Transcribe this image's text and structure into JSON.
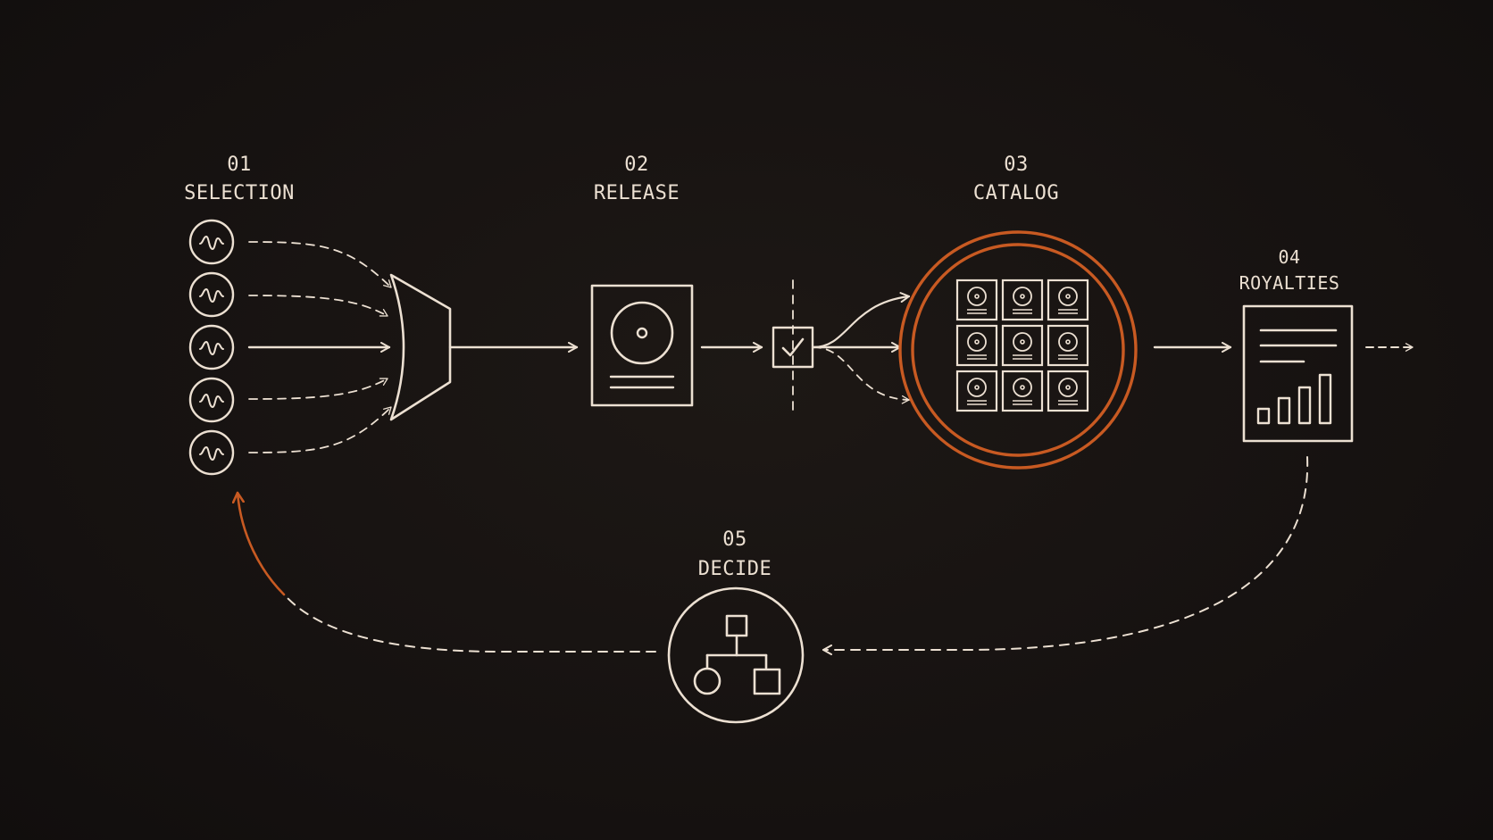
{
  "colors": {
    "background": "#161210",
    "line": "#ece0d2",
    "accent": "#c85a22"
  },
  "steps": [
    {
      "number": "01",
      "name": "SELECTION"
    },
    {
      "number": "02",
      "name": "RELEASE"
    },
    {
      "number": "03",
      "name": "CATALOG"
    },
    {
      "number": "04",
      "name": "ROYALTIES"
    },
    {
      "number": "05",
      "name": "DECIDE"
    }
  ],
  "icons": {
    "selection": "waveform-circle-icon",
    "funnel": "funnel-icon",
    "release": "vinyl-record-icon",
    "gate": "checkmark-box-icon",
    "catalog": "record-grid-icon",
    "royalties": "bar-chart-document-icon",
    "decide": "flowchart-icon"
  }
}
